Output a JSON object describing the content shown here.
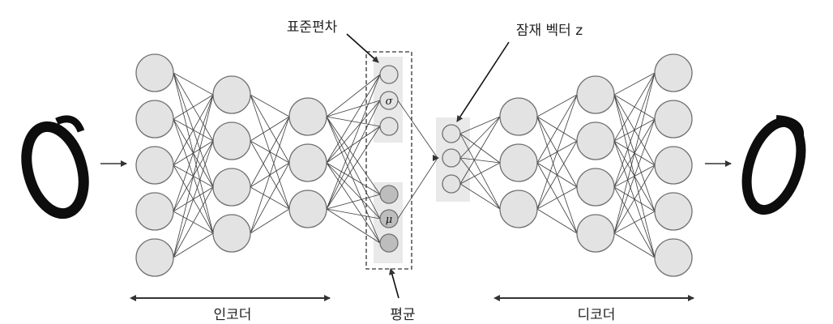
{
  "labels": {
    "std_dev": "표준편차",
    "latent_vector": "잠재 벡터 z",
    "mean": "평균",
    "encoder": "인코더",
    "decoder": "디코더",
    "sigma": "σ",
    "mu": "μ"
  },
  "network": {
    "encoder_layers": [
      5,
      4,
      3
    ],
    "std_nodes": 3,
    "mean_nodes": 3,
    "latent_nodes": 3,
    "decoder_layers": [
      3,
      4,
      5
    ]
  },
  "colors": {
    "node_fill": "#e3e3e3",
    "node_stroke": "#707070",
    "mean_node_fill": "#bdbdbd",
    "band_fill": "#e9e9e9",
    "edge": "#3c3c3c",
    "digit_ink": "#0d0d0d"
  },
  "input_digit": "0",
  "output_digit": "0"
}
